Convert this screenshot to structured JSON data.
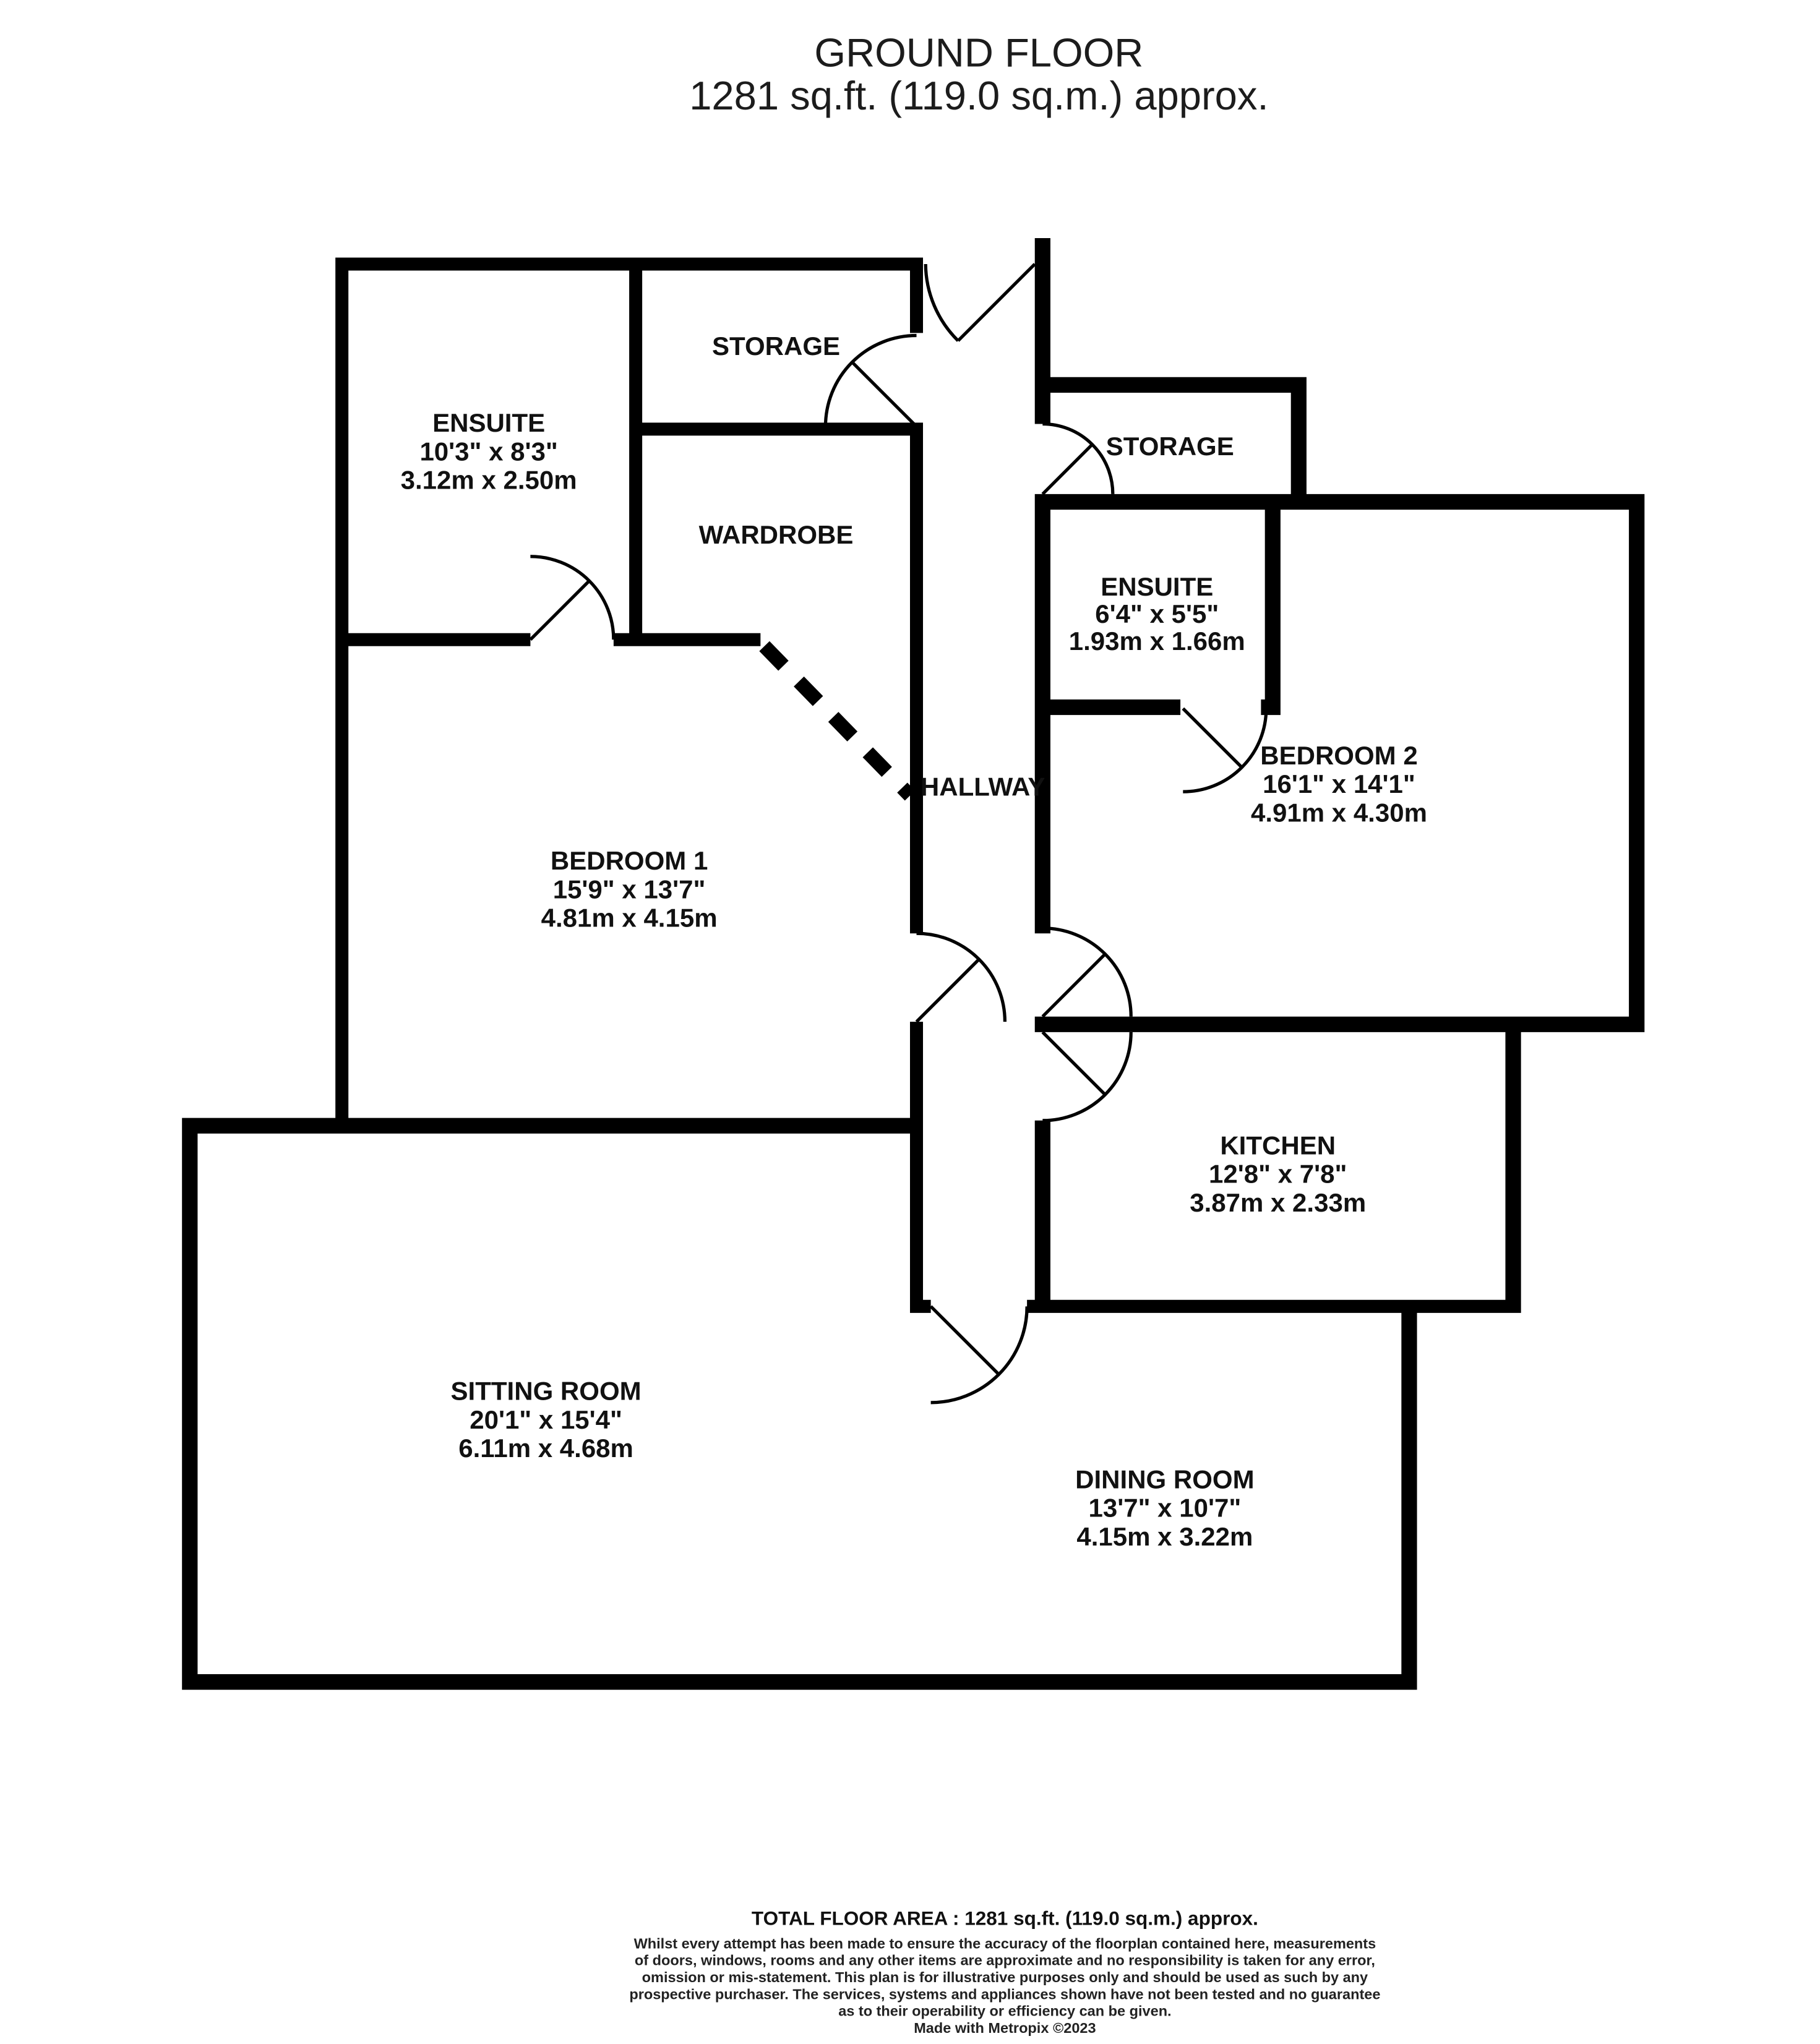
{
  "title": {
    "line1": "GROUND FLOOR",
    "line2": "1281 sq.ft. (119.0 sq.m.) approx."
  },
  "rooms": [
    {
      "key": "ensuite-1",
      "name": "ENSUITE",
      "imperial": "10'3\" x 8'3\"",
      "metric": "3.12m x 2.50m"
    },
    {
      "key": "storage-1",
      "name": "STORAGE"
    },
    {
      "key": "wardrobe",
      "name": "WARDROBE"
    },
    {
      "key": "storage-2",
      "name": "STORAGE"
    },
    {
      "key": "ensuite-2",
      "name": "ENSUITE",
      "imperial": "6'4\" x 5'5\"",
      "metric": "1.93m x 1.66m"
    },
    {
      "key": "bedroom-2",
      "name": "BEDROOM 2",
      "imperial": "16'1\" x 14'1\"",
      "metric": "4.91m x 4.30m"
    },
    {
      "key": "bedroom-1",
      "name": "BEDROOM 1",
      "imperial": "15'9\" x 13'7\"",
      "metric": "4.81m x 4.15m"
    },
    {
      "key": "hallway",
      "name": "HALLWAY"
    },
    {
      "key": "kitchen",
      "name": "KITCHEN",
      "imperial": "12'8\" x 7'8\"",
      "metric": "3.87m x 2.33m"
    },
    {
      "key": "sitting-room",
      "name": "SITTING ROOM",
      "imperial": "20'1\" x 15'4\"",
      "metric": "6.11m x 4.68m"
    },
    {
      "key": "dining-room",
      "name": "DINING ROOM",
      "imperial": "13'7\" x 10'7\"",
      "metric": "4.15m x 3.22m"
    }
  ],
  "footer": {
    "total": "TOTAL FLOOR AREA : 1281 sq.ft. (119.0 sq.m.) approx.",
    "disclaimer_lines": [
      "Whilst every attempt has been made to ensure the accuracy of the floorplan contained here, measurements",
      "of doors, windows, rooms and any other items are approximate and no responsibility is taken for any error,",
      "omission or mis-statement. This plan is for illustrative purposes only and should be used as such by any",
      "prospective purchaser. The services, systems and appliances shown have not been tested and no guarantee",
      "as to their operability or efficiency can be given."
    ],
    "credit": "Made with Metropix ©2023"
  },
  "colors": {
    "background": "#ffffff",
    "walls": "#000000",
    "text": "#111111"
  }
}
